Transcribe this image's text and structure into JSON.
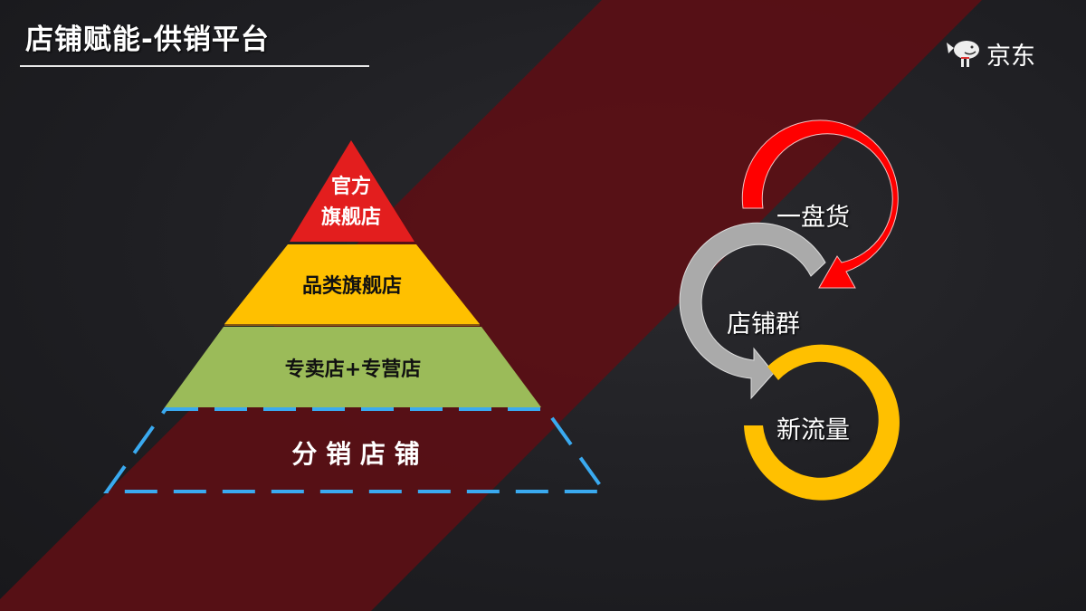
{
  "header": {
    "title": "店铺赋能-供销平台",
    "logo_text": "京东",
    "logo_icon": "jd-dog-mascot-icon"
  },
  "colors": {
    "band": "#5a1015",
    "tier_official": "#e31e1e",
    "tier_category": "#ffc000",
    "tier_specialty": "#9bbb59",
    "dashed_outline": "#3aaaf0",
    "cycle_red": "#ff0000",
    "cycle_gray": "#aaaaaa",
    "cycle_yellow": "#ffc000"
  },
  "pyramid": {
    "tiers": [
      {
        "line1": "官方",
        "line2": "旗舰店"
      },
      {
        "label": "品类旗舰店"
      },
      {
        "label": "专卖店+专营店"
      },
      {
        "label": "分 销 店 铺"
      }
    ]
  },
  "cycle": {
    "items": [
      {
        "label": "一盘货"
      },
      {
        "label": "店铺群"
      },
      {
        "label": "新流量"
      }
    ]
  }
}
